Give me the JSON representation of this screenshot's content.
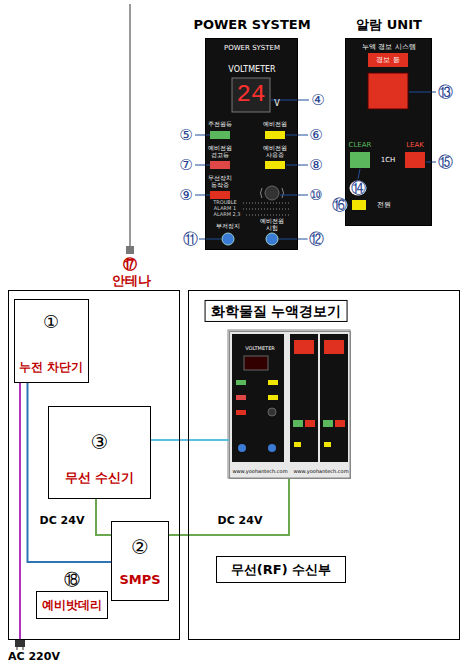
{
  "diagram": {
    "nodes": [
      {
        "text": [
          "POWER SYSTEM",
          "POWER SYSTEM",
          "VOLTMETER"
        ]
      },
      {
        "text": [
          "알람 UNIT",
          "누액 경보 시스템"
        ]
      },
      {
        "text": [
          "안테나"
        ]
      },
      {
        "text": [
          "①",
          "누전 차단기"
        ],
        "in": 2
      },
      {
        "text": [
          "③",
          "무선 수신기"
        ],
        "in": 2
      },
      {
        "text": [
          "②",
          "SMPS"
        ],
        "in": 2
      },
      {
        "text": [
          "⑱",
          "예비밧데리"
        ],
        "in": 2
      },
      {
        "text": [
          "화학물질 누액경보기"
        ]
      },
      {
        "text": [
          "VOLTMETER",
          "www.yoohantech.com",
          "www.yoohantech.com"
        ],
        "in": 7
      },
      {
        "text": [
          "무선(RF) 수신부"
        ],
        "in": 7
      }
    ],
    "edges": [
      {
        "from": 3,
        "to": 5,
        "arrow": "none"
      },
      {
        "from": 5,
        "to": 4,
        "label": "DC 24V",
        "arrow": "none"
      },
      {
        "from": 5,
        "to": 8,
        "label": "DC 24V",
        "arrow": "none"
      },
      {
        "from": 4,
        "to": 8,
        "arrow": "none"
      }
    ],
    "labels": [
      "④",
      "24",
      "V",
      "주전원등",
      "⑤",
      "예비전원",
      "⑥",
      "예비전원 경고등",
      "⑦",
      "예비전원 사용중",
      "⑧",
      "무선장치 동작중",
      "⑨",
      "⑩",
      "TROUBLE",
      "ALARM 1",
      "ALARM 2,3",
      "부저정지",
      "예비전원 시험",
      "⑪",
      "⑫",
      "경보 등",
      "⑬",
      "CLEAR",
      "1CH",
      "LEAK",
      "⑭",
      "⑮",
      "전원",
      "⑯",
      "⑰",
      "AC 220V"
    ]
  }
}
